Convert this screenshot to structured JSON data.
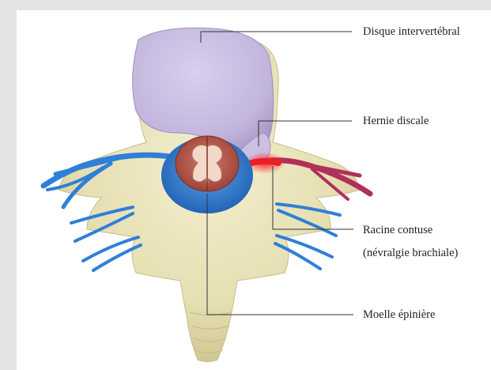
{
  "labels": {
    "disc": "Disque intervertébral",
    "hernia": "Hernie discale",
    "root_line1": "Racine contuse",
    "root_line2": "(névralgie brachiale)",
    "cord": "Moelle épinière"
  },
  "colors": {
    "background": "#e4e4e4",
    "card": "#ffffff",
    "bone": "#e8e2b8",
    "disc": "#c9bde0",
    "nerve": "#2f7fd8",
    "cord_sheath": "#2f7fd8",
    "cord": "#b5564a",
    "inflamed": "#e8202a",
    "leader": "#333333"
  }
}
